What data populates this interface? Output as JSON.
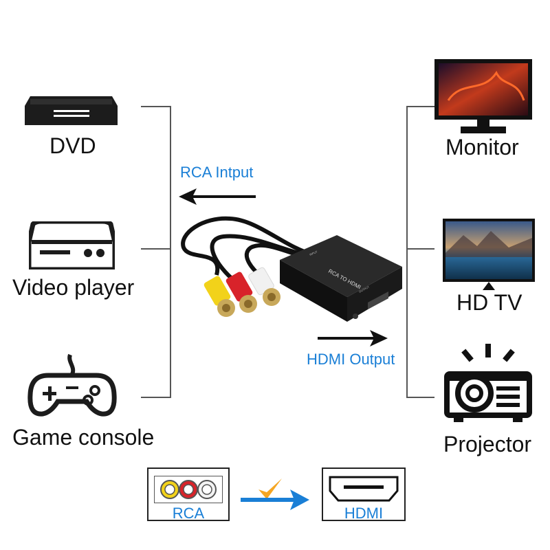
{
  "sources": [
    {
      "label": "DVD",
      "icon": "dvd-player-icon"
    },
    {
      "label": "Video player",
      "icon": "video-player-icon"
    },
    {
      "label": "Game console",
      "icon": "gamepad-icon"
    }
  ],
  "outputs": [
    {
      "label": "Monitor",
      "icon": "monitor-icon"
    },
    {
      "label": "HD TV",
      "icon": "tv-icon"
    },
    {
      "label": "Projector",
      "icon": "projector-icon"
    }
  ],
  "center": {
    "input_label": "RCA Intput",
    "output_label": "HDMI Output",
    "device_text": "RCA TO HDMI",
    "device_port_label_top": "INPUT",
    "device_port_label_side": "OUTPUT"
  },
  "bottom": {
    "rca_label": "RCA",
    "hdmi_label": "HDMI"
  },
  "colors": {
    "accent": "#1a7fd6",
    "line": "#555555",
    "rca_yellow": "#f2d21a",
    "rca_red": "#d8232a",
    "rca_white": "#f4f4f4",
    "check": "#f5a623"
  }
}
